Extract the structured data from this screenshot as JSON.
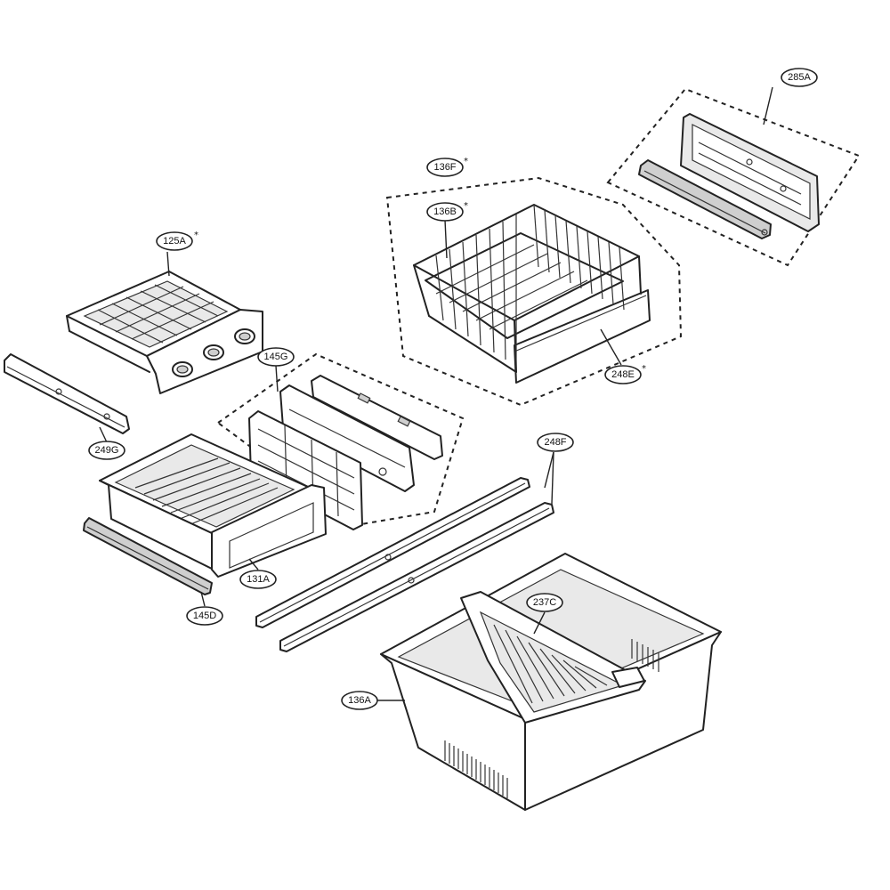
{
  "callouts": [
    {
      "id": "285A",
      "label": "285A",
      "asterisk": ""
    },
    {
      "id": "136F",
      "label": "136F",
      "asterisk": "*"
    },
    {
      "id": "136B",
      "label": "136B",
      "asterisk": "*"
    },
    {
      "id": "125A",
      "label": "125A",
      "asterisk": "*"
    },
    {
      "id": "145G",
      "label": "145G",
      "asterisk": ""
    },
    {
      "id": "248E",
      "label": "248E",
      "asterisk": "*"
    },
    {
      "id": "249G",
      "label": "249G",
      "asterisk": ""
    },
    {
      "id": "248F",
      "label": "248F",
      "asterisk": ""
    },
    {
      "id": "131A",
      "label": "131A",
      "asterisk": ""
    },
    {
      "id": "145D",
      "label": "145D",
      "asterisk": ""
    },
    {
      "id": "237C",
      "label": "237C",
      "asterisk": ""
    },
    {
      "id": "136A",
      "label": "136A",
      "asterisk": ""
    }
  ],
  "parts": [
    {
      "id": "icemaker-tray-assembly",
      "callout": "125A"
    },
    {
      "id": "slide-rail-left",
      "callout": "249G"
    },
    {
      "id": "drawer-cover-assembly",
      "callout": "145G"
    },
    {
      "id": "pantry-drawer",
      "callout": "131A"
    },
    {
      "id": "drawer-guide-rail",
      "callout": "145D"
    },
    {
      "id": "wire-basket",
      "callout": "136B"
    },
    {
      "id": "basket-assembly",
      "callout": "136F"
    },
    {
      "id": "basket-front-cover",
      "callout": "248E"
    },
    {
      "id": "rail-bracket-assembly",
      "callout": "285A"
    },
    {
      "id": "long-slide-rails",
      "callout": "248F"
    },
    {
      "id": "divider",
      "callout": "237C"
    },
    {
      "id": "freezer-bin",
      "callout": "136A"
    }
  ]
}
